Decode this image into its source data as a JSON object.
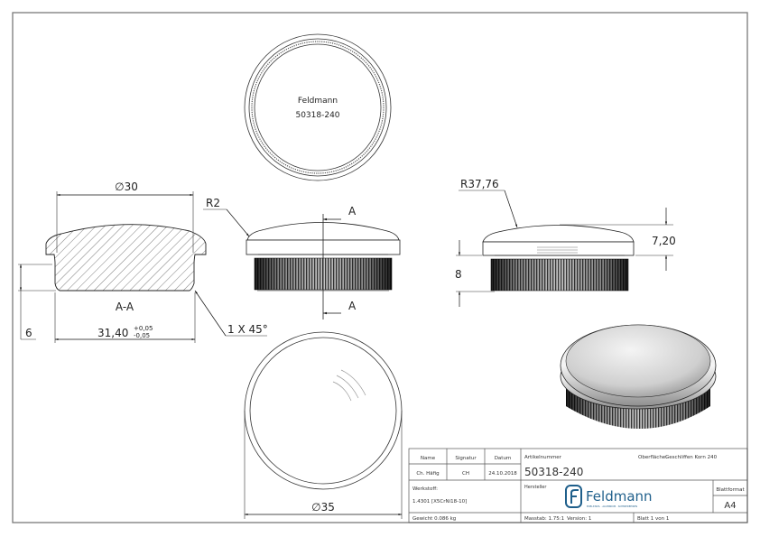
{
  "drawing": {
    "engraving": {
      "brand": "Feldmann",
      "article": "50318-240"
    },
    "section_view": {
      "label": "A-A",
      "dim_top_diameter": "∅30",
      "dim_height": "6",
      "dim_bottom_width": "31,40",
      "tol_plus": "+0,05",
      "tol_minus": "-0,05",
      "chamfer": "1 X 45°"
    },
    "front_view": {
      "radius": "R2",
      "section_marker_top": "A",
      "section_marker_bottom": "A"
    },
    "side_view": {
      "radius": "R37,76",
      "dim_cap_height": "7,20",
      "dim_body_height": "8"
    },
    "bottom_view": {
      "dim_diameter": "∅35"
    }
  },
  "title_block": {
    "headers": {
      "name": "Name",
      "signature": "Signatur",
      "date": "Datum"
    },
    "values": {
      "name": "Ch. Häfig",
      "signature": "CH",
      "date": "24.10.2018"
    },
    "article_label": "Artikelnummer",
    "article_number": "50318-240",
    "surface_label": "Oberfläche:",
    "surface_value": "Geschliffen Korn 240",
    "material_label": "Werkstoff:",
    "material_value": "1.4301 [X5CrNi18-10]",
    "manufacturer_label": "Hersteller",
    "logo_name": "Feldmann",
    "logo_tagline": "EDELSTAHL · ALUMINIUM · SCHMIEDEEISEN",
    "logo_color": "#1f5f8b",
    "format_label": "Blattformat",
    "format_value": "A4",
    "weight": "Gewicht 0.086 kg",
    "scale": "Masstab: 1.75:1",
    "version": "Version: 1",
    "sheet": "Blatt 1 von 1"
  }
}
